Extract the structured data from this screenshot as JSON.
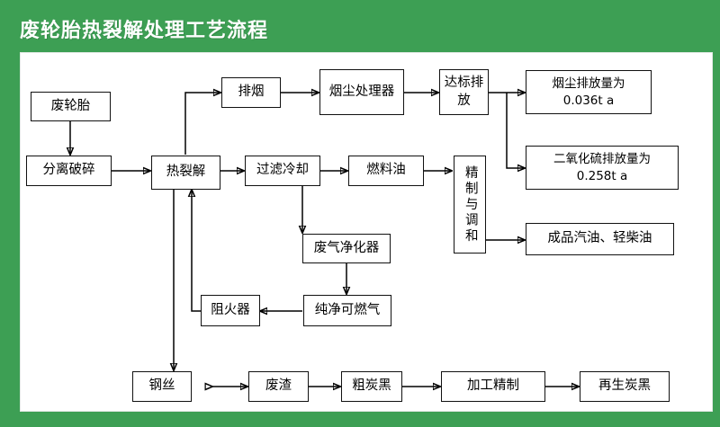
{
  "header": {
    "title": "废轮胎热裂解处理工艺流程",
    "bar_color": "#3d9f54",
    "title_color": "#ffffff"
  },
  "canvas": {
    "background": "#ffffff",
    "border_color": "#e4e9e6",
    "node_border_color": "#111111",
    "edge_color": "#000000"
  },
  "nodes": {
    "waste_tire": "废轮胎",
    "separate_crush": "分离破碎",
    "pyrolysis": "热裂解",
    "exhaust_smoke": "排烟",
    "dust_processor": "烟尘处理器",
    "compliant_discharge": "达标排放",
    "dust_emission": "烟尘排放量为\n0.036t a",
    "dust_emission_line1": "烟尘排放量为",
    "dust_emission_line2": "0.036t a",
    "so2_emission_line1": "二氧化硫排放量为",
    "so2_emission_line2": "0.258t a",
    "filter_cool": "过滤冷却",
    "fuel_oil": "燃料油",
    "refine_blend": "精制与调和",
    "finished_oil": "成品汽油、轻柴油",
    "gas_purifier": "废气净化器",
    "clean_gas": "纯净可燃气",
    "flame_arrester": "阻火器",
    "steel_wire": "钢丝",
    "waste_residue": "废渣",
    "crude_carbon_black": "粗炭黑",
    "process_refine": "加工精制",
    "recycled_carbon_black": "再生炭黑"
  }
}
